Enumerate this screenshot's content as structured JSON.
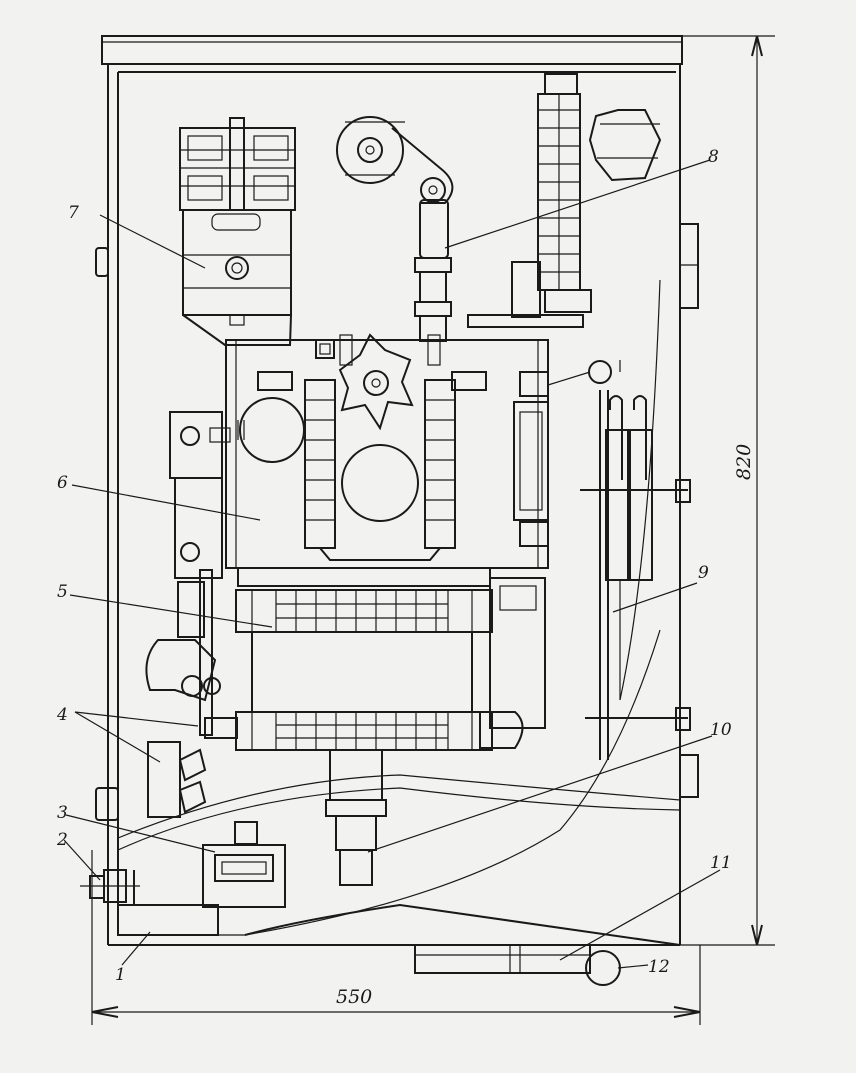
{
  "labels": {
    "l1": "1",
    "l2": "2",
    "l3": "3",
    "l4": "4",
    "l5": "5",
    "l6": "6",
    "l7": "7",
    "l8": "8",
    "l9": "9",
    "l10": "10",
    "l11": "11",
    "l12": "12"
  },
  "dimensions": {
    "width": "550",
    "height": "820"
  }
}
